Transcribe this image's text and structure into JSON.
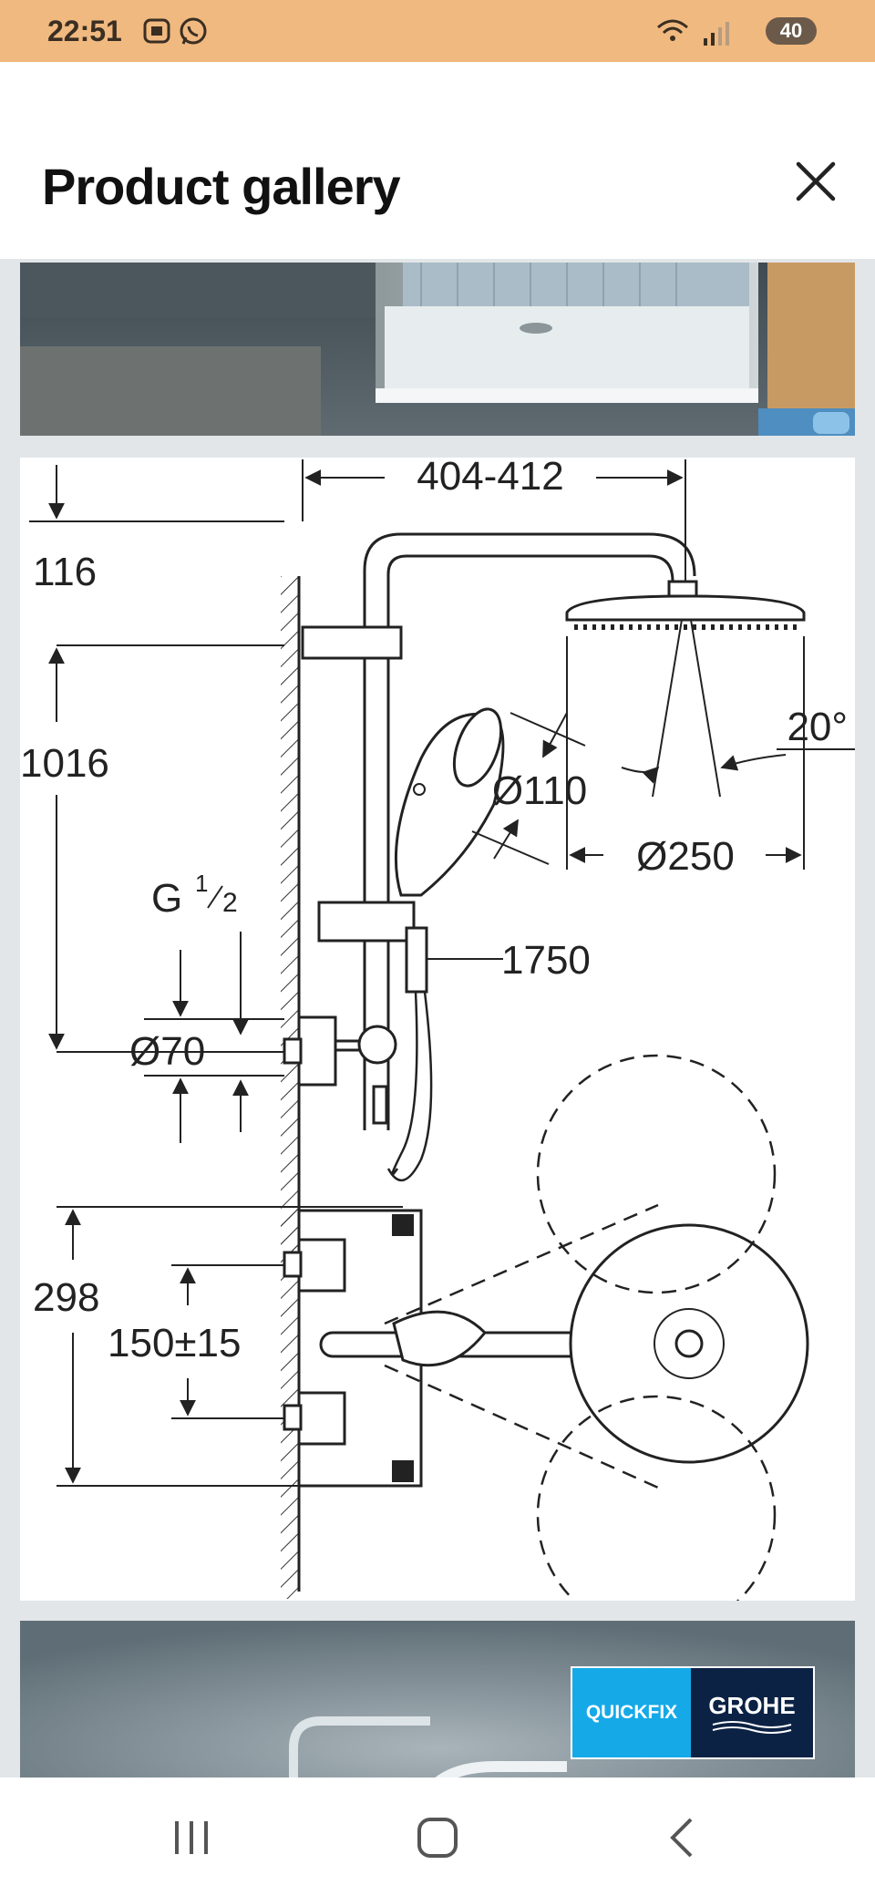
{
  "status_bar": {
    "time": "22:51",
    "battery": "40"
  },
  "header": {
    "title": "Product gallery"
  },
  "diagram": {
    "dim_width": "404-412",
    "dim_116": "116",
    "dim_1016": "1016",
    "dim_g": "G",
    "dim_g_frac_num": "1",
    "dim_g_frac_den": "2",
    "dim_110": "Ø110",
    "dim_250": "Ø250",
    "dim_angle": "20°",
    "dim_1750": "1750",
    "dim_70": "Ø70",
    "dim_298": "298",
    "dim_150": "150±15"
  },
  "banner": {
    "quickfix": "QUICKFIX",
    "brand": "GROHE"
  },
  "colors": {
    "status_bar_bg": "#f0b980",
    "gallery_bg": "#e3e6e8",
    "quickfix_blue": "#15a9e8",
    "grohe_navy": "#0b2244"
  },
  "icons": [
    "screenshot-icon",
    "whatsapp-icon",
    "wifi-icon",
    "signal-icon",
    "close-icon",
    "recents-icon",
    "home-icon",
    "back-icon"
  ]
}
